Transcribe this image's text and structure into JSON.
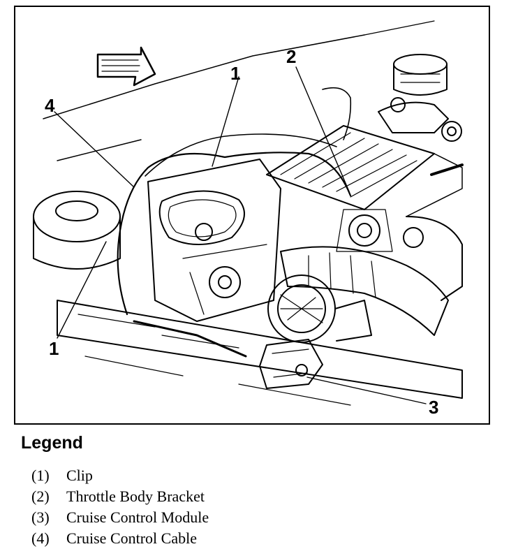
{
  "diagram": {
    "callouts": [
      {
        "id": "callout-1-top",
        "label": "1"
      },
      {
        "id": "callout-2",
        "label": "2"
      },
      {
        "id": "callout-4",
        "label": "4"
      },
      {
        "id": "callout-1-left",
        "label": "1"
      },
      {
        "id": "callout-3",
        "label": "3"
      }
    ],
    "icons": [
      "direction-arrow-icon"
    ]
  },
  "legend": {
    "title": "Legend",
    "items": [
      {
        "number": "(1)",
        "text": "Clip"
      },
      {
        "number": "(2)",
        "text": "Throttle Body Bracket"
      },
      {
        "number": "(3)",
        "text": "Cruise Control Module"
      },
      {
        "number": "(4)",
        "text": "Cruise Control Cable"
      }
    ]
  }
}
